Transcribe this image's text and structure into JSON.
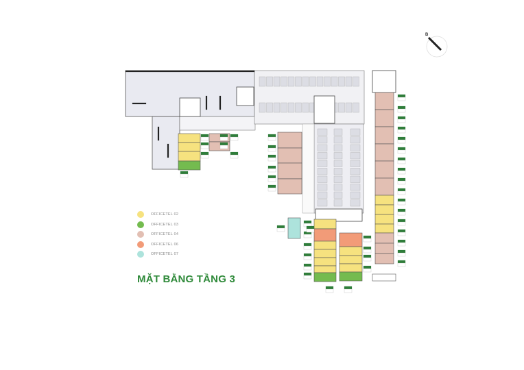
{
  "compass": {
    "label": "B"
  },
  "legend": [
    {
      "label": "OFFICETEL 02",
      "color": "#f6e27f"
    },
    {
      "label": "OFFICETEL 03",
      "color": "#74bb4f"
    },
    {
      "label": "OFFICETEL 04",
      "color": "#e2bfb3"
    },
    {
      "label": "OFFICETEL 06",
      "color": "#f29b78"
    },
    {
      "label": "OFFICETEL 07",
      "color": "#ade3dc"
    }
  ],
  "title": "MẶT BẰNG TẦNG 3"
}
